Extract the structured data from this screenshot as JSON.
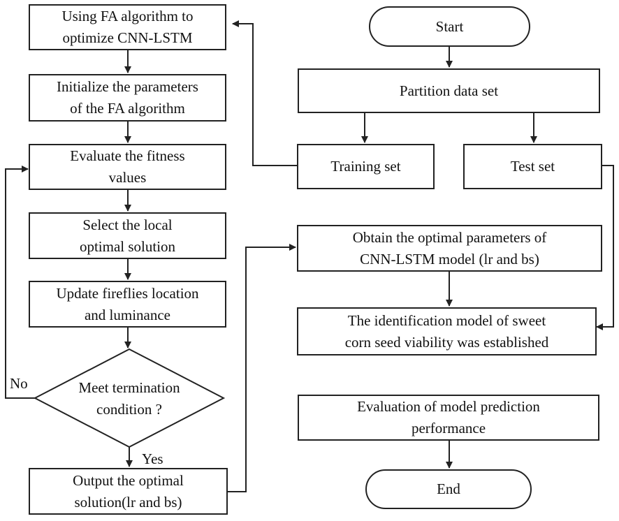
{
  "nodes": {
    "start": "Start",
    "partition": "Partition data set",
    "training": "Training set",
    "test": "Test set",
    "obtain": [
      "Obtain the optimal parameters of",
      "CNN-LSTM model (lr and bs)"
    ],
    "identification": [
      "The identification model of sweet",
      "corn seed viability was established"
    ],
    "evaluation": [
      "Evaluation of model prediction",
      "performance"
    ],
    "end": "End",
    "fa_opt": [
      "Using FA algorithm to",
      "optimize CNN-LSTM"
    ],
    "init": [
      "Initialize the parameters",
      "of the FA algorithm"
    ],
    "fitness": [
      "Evaluate the fitness",
      "values"
    ],
    "select": [
      "Select the local",
      "optimal solution"
    ],
    "update": [
      "Update fireflies location",
      "and luminance"
    ],
    "decision": [
      "Meet termination",
      "condition ?"
    ],
    "output": [
      "Output the optimal",
      "solution(lr and bs)"
    ]
  },
  "labels": {
    "no": "No",
    "yes": "Yes"
  }
}
